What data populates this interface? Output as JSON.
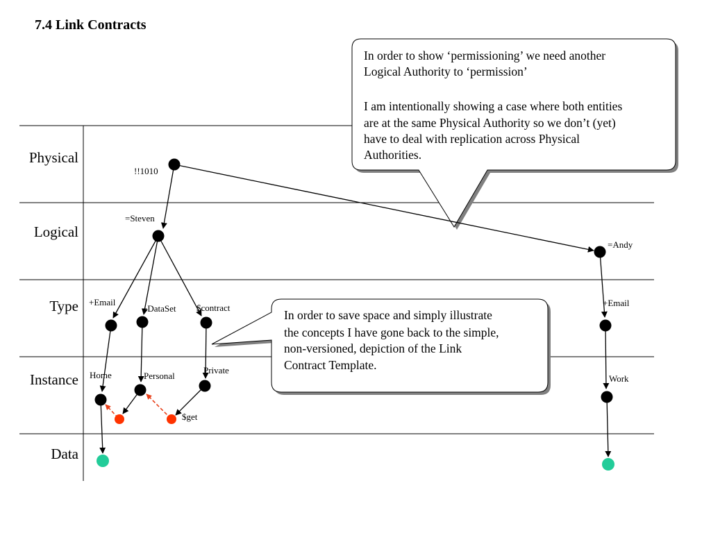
{
  "title": "7.4 Link Contracts",
  "rows": {
    "physical": "Physical",
    "logical": "Logical",
    "type": "Type",
    "instance": "Instance",
    "data": "Data"
  },
  "nodes": {
    "phys_1010": "!!1010",
    "steven": "=Steven",
    "andy": "=Andy",
    "email_left": "+Email",
    "dataset": "+DataSet",
    "contract": "$contract",
    "email_right": "+Email",
    "home": "Home",
    "personal": "Personal",
    "private": "Private",
    "get": "$get",
    "work": "Work"
  },
  "callouts": {
    "top": [
      "In order to show ‘permissioning’ we need another",
      "Logical Authority to ‘permission’",
      "",
      "I am intentionally showing a case where both entities",
      "are at the same Physical Authority so we don’t (yet)",
      "have to deal with replication across Physical",
      "Authorities."
    ],
    "middle": [
      "In order to save space and simply illustrate",
      "the concepts I have gone back to the simple,",
      "non-versioned, depiction of the Link",
      "Contract Template."
    ]
  },
  "colors": {
    "node": "#000000",
    "instance_ref": "#ff3300",
    "data": "#22cc99",
    "dashed_arrow": "#e8401a",
    "callout_shadow": "#808080"
  }
}
